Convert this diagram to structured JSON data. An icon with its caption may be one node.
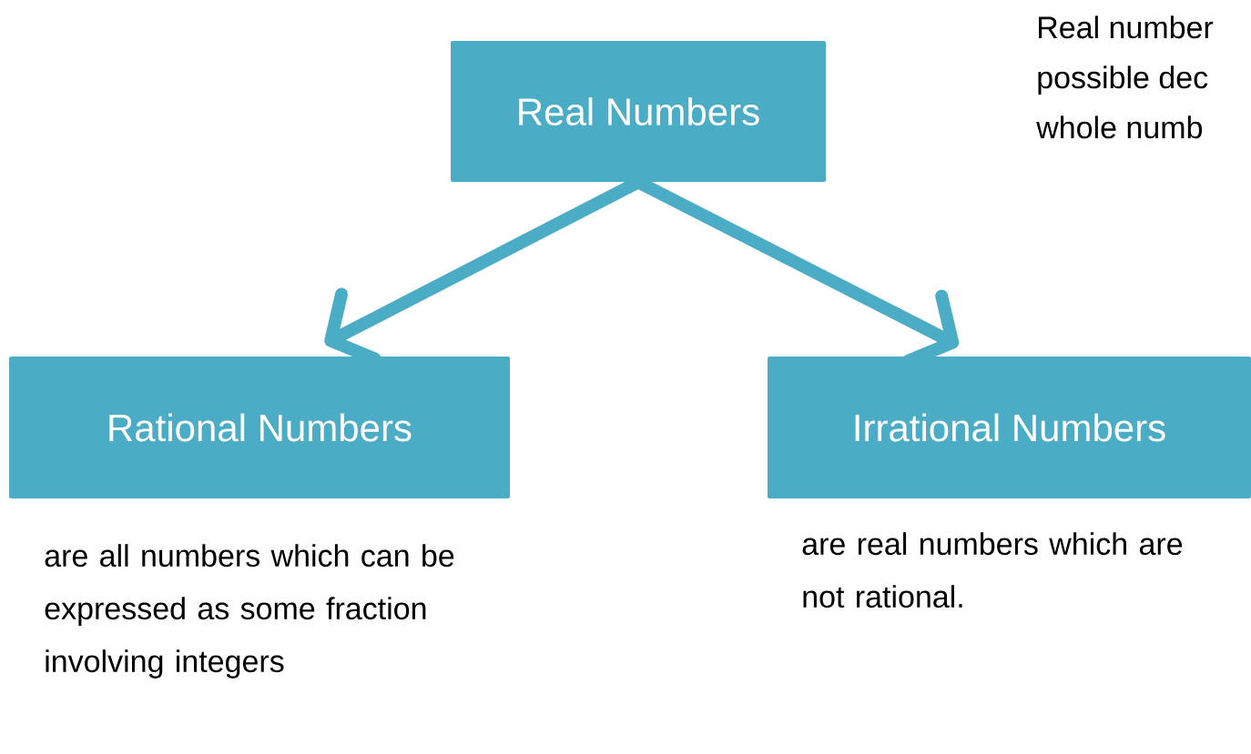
{
  "diagram": {
    "nodes": [
      {
        "text": [
          "Real Numbers"
        ]
      },
      {
        "text": [
          "Rational Numbers"
        ],
        "beside": [
          "are all numbers which can be expressed as some fraction involving integers"
        ]
      },
      {
        "text": [
          "Irrational Numbers"
        ],
        "beside": [
          "are real numbers which are not rational."
        ]
      }
    ],
    "edges": [
      {
        "from": 0,
        "to": 1,
        "arrow": "to"
      },
      {
        "from": 0,
        "to": 2,
        "arrow": "to"
      }
    ],
    "labels": [
      "Real number",
      "possible dec",
      "whole numb"
    ]
  }
}
